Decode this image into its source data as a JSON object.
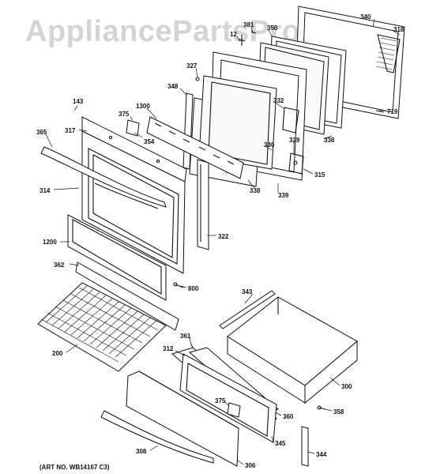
{
  "watermark": "AppliancePartsPros.com",
  "art_number": "(ART NO. WB14167 C3)",
  "parts": {
    "p143": "143",
    "p317": "317",
    "p365": "365",
    "p314": "314",
    "p375a": "375",
    "p1300": "1300",
    "p354": "354",
    "p348": "348",
    "p327": "327",
    "p12": "12",
    "p381": "381",
    "p350": "350",
    "p340": "340",
    "p318": "318",
    "p332": "332",
    "p719": "719",
    "p330": "330",
    "p329": "329",
    "p338a": "338",
    "p338b": "338",
    "p339": "339",
    "p315": "315",
    "p322": "322",
    "p1200": "1200",
    "p362": "362",
    "p800": "800",
    "p343": "343",
    "p200": "200",
    "p361": "361",
    "p312": "312",
    "p300": "300",
    "p375b": "375",
    "p358": "358",
    "p360": "360",
    "p345": "345",
    "p308": "308",
    "p306": "306",
    "p344": "344"
  }
}
